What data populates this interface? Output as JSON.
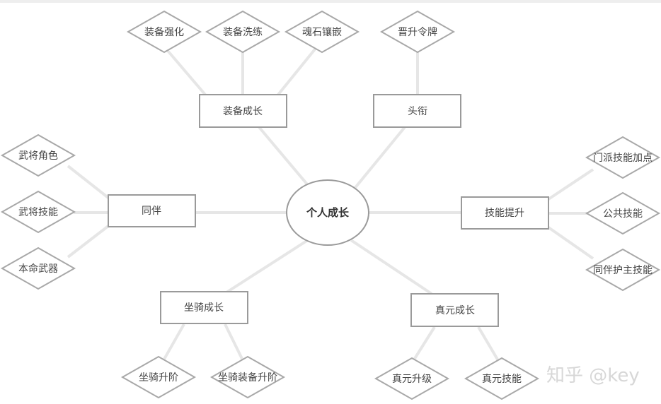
{
  "diagram": {
    "center": "个人成长",
    "branches": {
      "equip": "装备成长",
      "title": "头衔",
      "partner": "同伴",
      "skill": "技能提升",
      "mount": "坐骑成长",
      "zhenyuan": "真元成长"
    },
    "leaves": {
      "equip_strengthen": "装备强化",
      "equip_refine": "装备洗练",
      "equip_inlay": "魂石镶嵌",
      "title_promote": "晋升令牌",
      "partner_role": "武将角色",
      "partner_skill": "武将技能",
      "partner_weapon": "本命武器",
      "skill_faction": "门派技能加点",
      "skill_public": "公共技能",
      "skill_partner": "同伴护主技能",
      "mount_rank": "坐骑升阶",
      "mount_equip": "坐骑装备升阶",
      "zhenyuan_level": "真元升级",
      "zhenyuan_skill": "真元技能"
    }
  },
  "watermark": "知乎 @key",
  "colors": {
    "line": "#e6e6e6",
    "border": "#9a9a9a",
    "text": "#444444",
    "background": "#ffffff"
  }
}
